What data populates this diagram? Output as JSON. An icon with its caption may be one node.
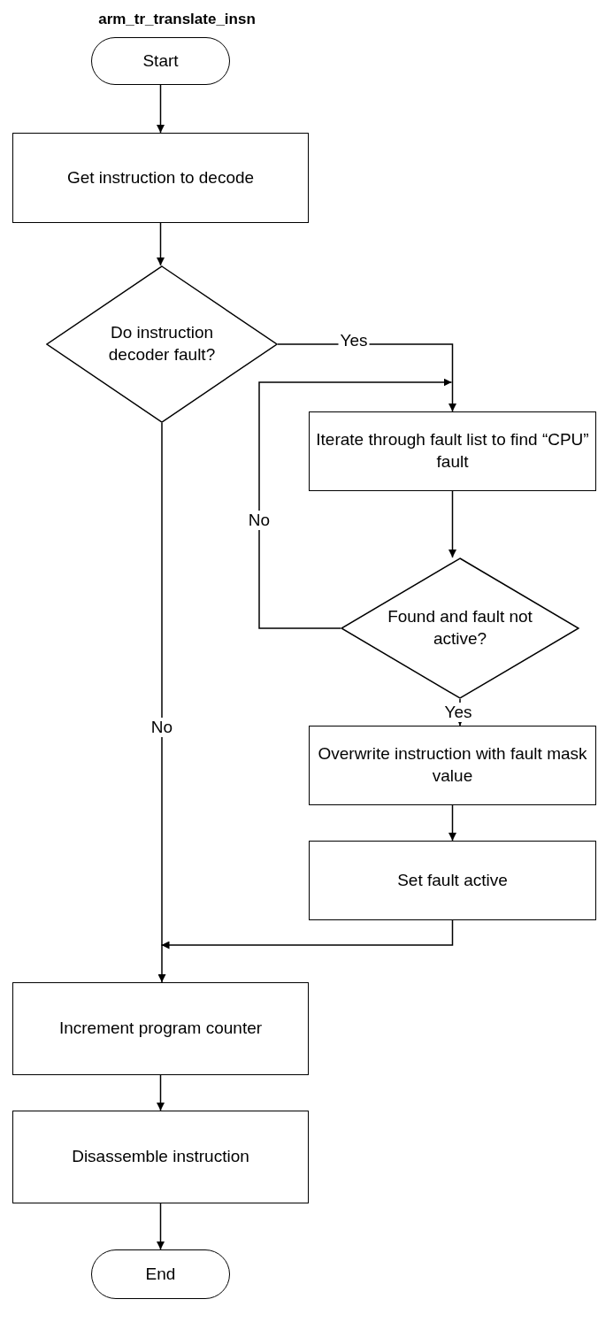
{
  "diagram": {
    "title": "arm_tr_translate_insn",
    "nodes": [
      {
        "text": [
          "Start"
        ]
      },
      {
        "text": [
          "Get instruction to decode"
        ]
      },
      {
        "text": [
          "Do instruction decoder fault?"
        ]
      },
      {
        "text": [
          "Iterate through fault list to find “CPU” fault"
        ]
      },
      {
        "text": [
          "Found and fault not active?"
        ]
      },
      {
        "text": [
          "Overwrite instruction with fault mask value"
        ]
      },
      {
        "text": [
          "Set fault active"
        ]
      },
      {
        "text": [
          "Increment program counter"
        ]
      },
      {
        "text": [
          "Disassemble instruction"
        ]
      },
      {
        "text": [
          "End"
        ]
      }
    ],
    "edges": [
      {
        "from": 0,
        "to": 1,
        "arrow": "to"
      },
      {
        "from": 1,
        "to": 2,
        "arrow": "to"
      },
      {
        "from": 2,
        "to": 3,
        "arrow": "to",
        "label": "Yes"
      },
      {
        "from": 2,
        "to": 7,
        "arrow": "to",
        "label": "No"
      },
      {
        "from": 3,
        "to": 4,
        "arrow": "to"
      },
      {
        "from": 4,
        "to": 3,
        "arrow": "to",
        "label": "No"
      },
      {
        "from": 4,
        "to": 5,
        "arrow": "to",
        "label": "Yes"
      },
      {
        "from": 5,
        "to": 6,
        "arrow": "to"
      },
      {
        "from": 6,
        "to": 7,
        "arrow": "to"
      },
      {
        "from": 7,
        "to": 8,
        "arrow": "to"
      },
      {
        "from": 8,
        "to": 9,
        "arrow": "to"
      }
    ]
  }
}
